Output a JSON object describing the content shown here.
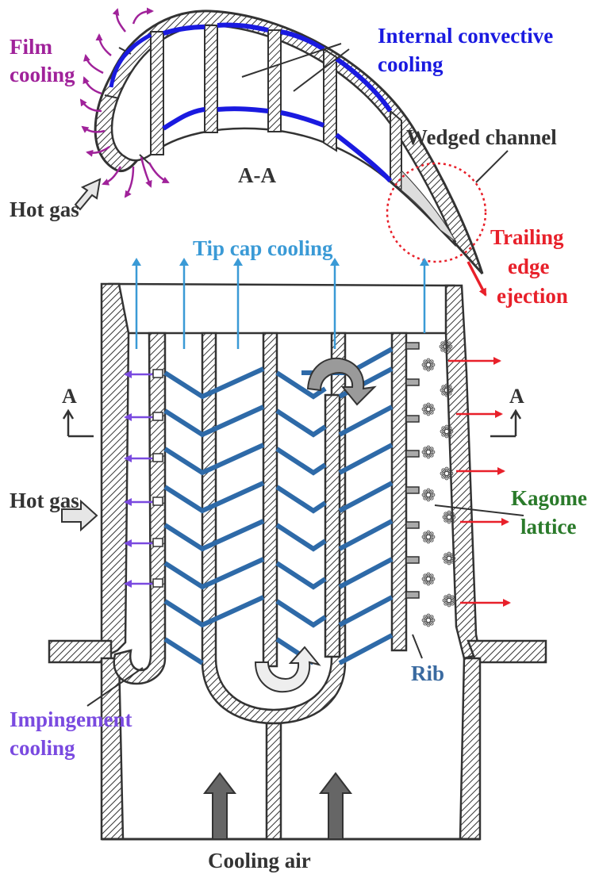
{
  "labels": {
    "film_cooling": [
      "Film",
      "cooling"
    ],
    "internal_convective": [
      "Internal convective",
      "cooling"
    ],
    "wedged_channel": "Wedged channel",
    "section": "A-A",
    "hot_gas_top": "Hot gas",
    "tip_cap": "Tip cap cooling",
    "trailing_edge": [
      "Trailing",
      "edge",
      "ejection"
    ],
    "section_marker": "A",
    "hot_gas_side": "Hot gas",
    "kagome": [
      "Kagome",
      "lattice"
    ],
    "rib": "Rib",
    "impingement": [
      "Impingement",
      "cooling"
    ],
    "cooling_air": "Cooling air"
  },
  "colors": {
    "film": "#a0229a",
    "convective": "#1a1ae0",
    "tip": "#3a9ad6",
    "trailing": "#e8202a",
    "kagome": "#2a7a2a",
    "rib": "#3a6aa0",
    "impingement": "#7a4ae0",
    "wall": "#333333",
    "text": "#333333"
  }
}
